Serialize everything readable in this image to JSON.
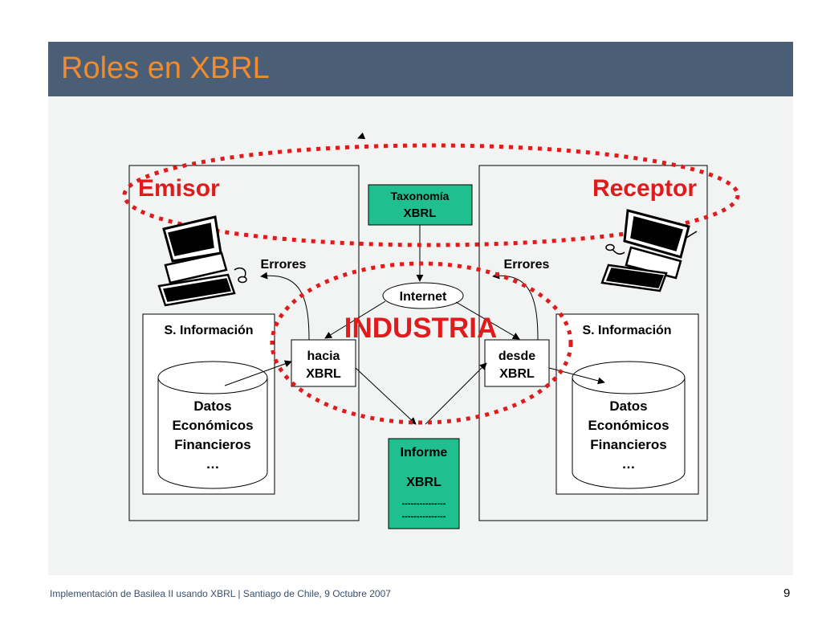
{
  "slide": {
    "title": "Roles en XBRL",
    "footer": "Implementación de Basilea II usando XBRL | Santiago de Chile, 9 Octubre 2007",
    "page_number": "9"
  },
  "diagram": {
    "emisor_label": "Emisor",
    "receptor_label": "Receptor",
    "industria_label": "INDUSTRIA",
    "taxonomia": [
      "Taxonomía",
      "XBRL"
    ],
    "internet": "Internet",
    "errores_left": "Errores",
    "errores_right": "Errores",
    "sinfo_left": "S. Información",
    "sinfo_right": "S. Información",
    "hacia": [
      "hacia",
      "XBRL"
    ],
    "desde": [
      "desde",
      "XBRL"
    ],
    "datos_left": [
      "Datos",
      "Económicos",
      "Financieros",
      "…"
    ],
    "datos_right": [
      "Datos",
      "Económicos",
      "Financieros",
      "…"
    ],
    "informe": [
      "Informe",
      "XBRL",
      "---------------",
      "---------------"
    ],
    "colors": {
      "red": "#e01b1b",
      "green": "#1fbf8f",
      "title": "#f08c2e",
      "title_bar": "#4a5f75"
    },
    "icons": [
      "computer-icon-left",
      "computer-icon-right"
    ]
  }
}
